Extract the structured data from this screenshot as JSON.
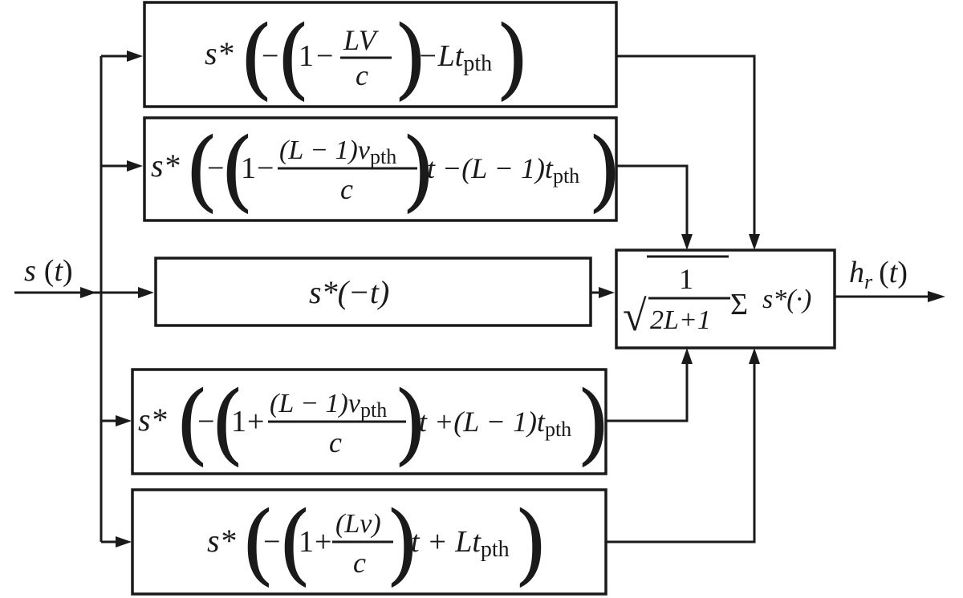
{
  "input": {
    "label": {
      "main": "s",
      "lp": "(",
      "arg": "t",
      "rp": ")"
    }
  },
  "output": {
    "label": {
      "main": "h",
      "sub": "r",
      "lp": "(",
      "arg": "t",
      "rp": ")"
    }
  },
  "branches": [
    {
      "id": "branch-1",
      "s": "s*",
      "minus": "−",
      "one": "1",
      "op": "−",
      "num": "LV",
      "den": "c",
      "tail": "−Lt",
      "tail_sub": "pth"
    },
    {
      "id": "branch-2",
      "s": "s*",
      "minus": "−",
      "one": "1",
      "op": "−",
      "num": "(L − 1)v",
      "num_sub": "pth",
      "den": "c",
      "tail": "t −(L − 1)t",
      "tail_sub": "pth"
    },
    {
      "id": "branch-3",
      "expr": "s*(−t)"
    },
    {
      "id": "branch-4",
      "s": "s*",
      "minus": "−",
      "one": "1",
      "op": "+",
      "num": "(L − 1)v",
      "num_sub": "pth",
      "den": "c",
      "tail": "t +(L − 1)t",
      "tail_sub": "pth"
    },
    {
      "id": "branch-5",
      "s": "s*",
      "minus": "−",
      "one": "1",
      "op": "+",
      "num": "(Lv)",
      "den": "c",
      "tail": "t + Lt",
      "tail_sub": "pth"
    }
  ],
  "combiner": {
    "radical": "√",
    "num": "1",
    "den": "2L+1",
    "sigma": "Σ",
    "rest": "s*(·)"
  }
}
